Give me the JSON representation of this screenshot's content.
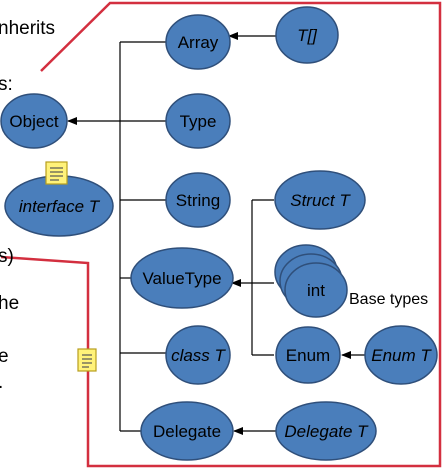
{
  "left_text": {
    "line1": "nherits",
    "line2": "s:",
    "line3": "s)",
    "line4": "he",
    "line5": "e",
    "line6": "."
  },
  "nodes": {
    "array": "Array",
    "t_array": "T[]",
    "object": "Object",
    "type": "Type",
    "interface_t": "interface T",
    "string": "String",
    "struct_t": "Struct T",
    "valuetype": "ValueType",
    "int": "int",
    "class_t": "class  T",
    "enum": "Enum",
    "enum_t": "Enum T",
    "delegate": "Delegate",
    "delegate_t": "Delegate T"
  },
  "labels": {
    "base_types": "Base types"
  },
  "colors": {
    "node_fill": "#4a7ebb",
    "node_stroke": "#2f4f7a",
    "border_red": "#d32f3f",
    "note_fill": "#fff27a",
    "note_stroke": "#b79e1e"
  },
  "icons": {
    "note_icon_1": "note-icon",
    "note_icon_2": "note-icon"
  }
}
